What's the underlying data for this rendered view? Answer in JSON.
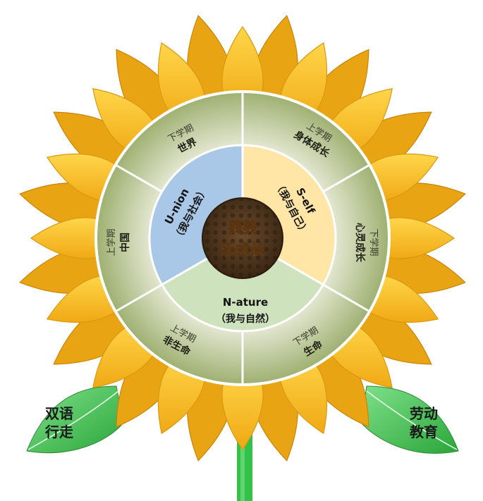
{
  "center": {
    "line1": "葵葵",
    "line2": "乐成长"
  },
  "inner": {
    "union": {
      "title": "U-nion",
      "sub": "（我与社会）"
    },
    "self": {
      "title": "S-elf",
      "sub": "（我与自己）"
    },
    "nature": {
      "title": "N-ature",
      "sub": "（我与自然）"
    }
  },
  "outer": [
    {
      "term": "下学期",
      "topic": "世界"
    },
    {
      "term": "上学期",
      "topic": "身体成长"
    },
    {
      "term": "下学期",
      "topic": "心灵成长"
    },
    {
      "term": "下学期",
      "topic": "生命"
    },
    {
      "term": "上学期",
      "topic": "非生命"
    },
    {
      "term": "上学期",
      "topic": "中国"
    }
  ],
  "leaves": {
    "left": {
      "line1": "双语",
      "line2": "行走"
    },
    "right": {
      "line1": "劳动",
      "line2": "教育"
    }
  },
  "colors": {
    "petal": "#f4b71f",
    "petal_dark": "#dc9210",
    "ring_outer": "#a9ba82",
    "ring_inner": "#eef1dc",
    "union": "#a9c7e6",
    "self": "#ffe5a6",
    "nature": "#cfe2be",
    "center": "#4a321c",
    "leaf": "#43bf4e",
    "stem": "#34c14a"
  }
}
